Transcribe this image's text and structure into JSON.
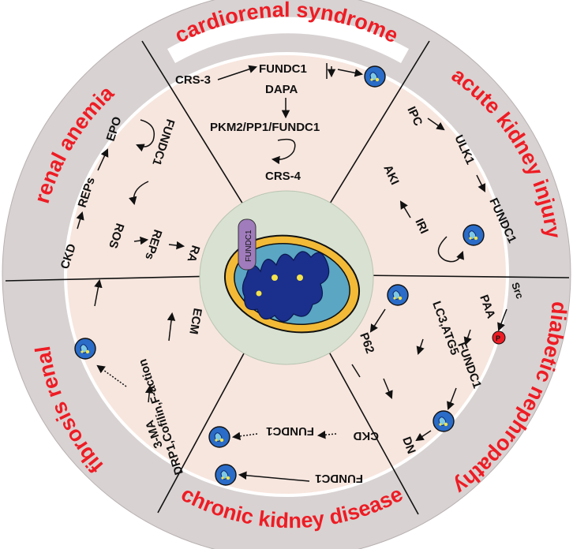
{
  "sections": {
    "cardiorenal": {
      "title": "cardiorenal syndrome",
      "crs3": "CRS-3",
      "fundc1": "FUNDC1",
      "dapa": "DAPA",
      "pkm2": "PKM2/PP1/FUNDC1",
      "crs4": "CRS-4"
    },
    "aki": {
      "title": "acute kidney injury",
      "ipc": "IPC",
      "ulk1": "ULK1",
      "fundc1": "FUNDC1",
      "iri": "IRI",
      "aki": "AKI"
    },
    "dn": {
      "title": "diabetic nephropathy",
      "src": "Src",
      "p": "P",
      "paa": "PAA",
      "fundc1": "FUNDC1",
      "lc3": "LC3,ATG5",
      "p62": "P62",
      "dn": "DN"
    },
    "ckd": {
      "title": "chronic kidney disease",
      "ckd": "CKD",
      "fundc1_a": "FUNDC1",
      "fundc1_b": "FUNDC1"
    },
    "fibrosis": {
      "title": "fibrosis renal",
      "ecm": "ECM",
      "drp1": "DRP1,Cofilin,F-action",
      "ma3": "3-MA"
    },
    "anemia": {
      "title": "renal anemia",
      "ckd": "CKD",
      "reps_a": "REPs",
      "epo": "EPO",
      "fundc1": "FUNDC1",
      "ros": "ROS",
      "reps_b": "REPs",
      "ra": "RA"
    }
  },
  "center": {
    "fundc1_tag": "FUNDC1"
  },
  "colors": {
    "title_red": "#ee1c24",
    "inner_fill": "#f7e6de",
    "outer_ring": "#d8d2d2",
    "center_fill": "#d9e2d2",
    "mito_outer": "#f2ba36",
    "mito_matrix": "#5aa6c3",
    "mito_cristae": "#1b2f8c"
  }
}
